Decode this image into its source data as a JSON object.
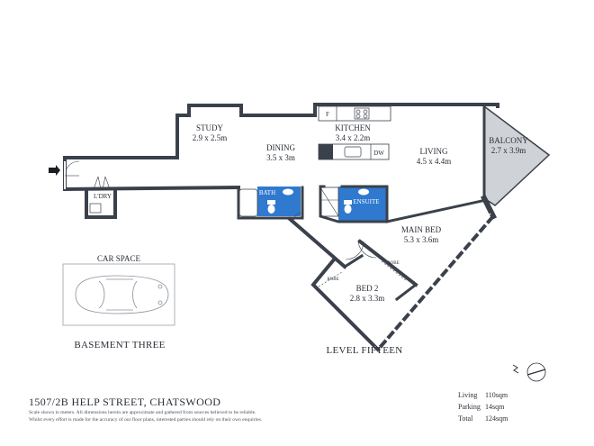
{
  "rooms": {
    "study": {
      "name": "STUDY",
      "dims": "2.9 x 2.5m"
    },
    "dining": {
      "name": "DINING",
      "dims": "3.5 x 3m"
    },
    "kitchen": {
      "name": "KITCHEN",
      "dims": "3.4 x 2.2m"
    },
    "living": {
      "name": "LIVING",
      "dims": "4.5 x 4.4m"
    },
    "balcony": {
      "name": "BALCONY",
      "dims": "2.7 x 3.9m"
    },
    "laundry": {
      "name": "L'DRY"
    },
    "bath": {
      "name": "BATH"
    },
    "ensuite": {
      "name": "ENSUITE"
    },
    "main_bed": {
      "name": "MAIN BED",
      "dims": "5.3 x 3.6m"
    },
    "bed2": {
      "name": "BED 2",
      "dims": "2.8 x 3.3m"
    },
    "robe1": "ROBE",
    "robe2": "ROBE"
  },
  "fixtures": {
    "fridge": "F",
    "dishwasher": "DW"
  },
  "car_space": "CAR SPACE",
  "basement_label": "BASEMENT THREE",
  "level_label": "LEVEL FIFTEEN",
  "footer": {
    "address": "1507/2B HELP STREET, CHATSWOOD",
    "disclaimer_1": "Scale shown in meters. All dimensions herein are approximate and gathered from sources believed to be reliable.",
    "disclaimer_2": "Whilst every effort is made for the accuracy of our floor plans, interested parties should rely on their own enquiries."
  },
  "areas": {
    "living_label": "Living",
    "living_value": "110sqm",
    "parking_label": "Parking",
    "parking_value": "14sqm",
    "total_label": "Total",
    "total_value": "124sqm"
  },
  "colors": {
    "wall": "#3b414b",
    "wet_area": "#2f79cf",
    "balcony": "#cfd2d6",
    "text": "#2b2f36"
  },
  "icons": [
    "entry-arrow-icon",
    "north-arrow-icon",
    "car-icon",
    "toilet-icon",
    "basin-icon",
    "cooktop-icon"
  ]
}
